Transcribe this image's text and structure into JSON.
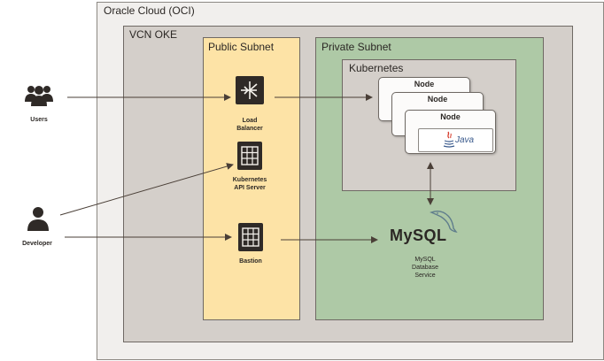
{
  "containers": {
    "oci": "Oracle Cloud (OCI)",
    "vcn": "VCN OKE",
    "public_subnet": "Public Subnet",
    "private_subnet": "Private Subnet",
    "kubernetes": "Kubernetes"
  },
  "actors": {
    "users": "Users",
    "developer": "Developer"
  },
  "public_components": {
    "load_balancer_line1": "Load",
    "load_balancer_line2": "Balancer",
    "api_server_line1": "Kubernetes",
    "api_server_line2": "API Server",
    "bastion": "Bastion"
  },
  "nodes": [
    "Node",
    "Node",
    "Node"
  ],
  "java_logo_text": "Java",
  "mysql": {
    "logo_text": "MySQL",
    "line1": "MySQL",
    "line2": "Database",
    "line3": "Service"
  },
  "colors": {
    "public_subnet": "#fde3a6",
    "private_subnet": "#aec9a6",
    "vcn": "#d4cfca",
    "icon_dark": "#2f2a27"
  }
}
